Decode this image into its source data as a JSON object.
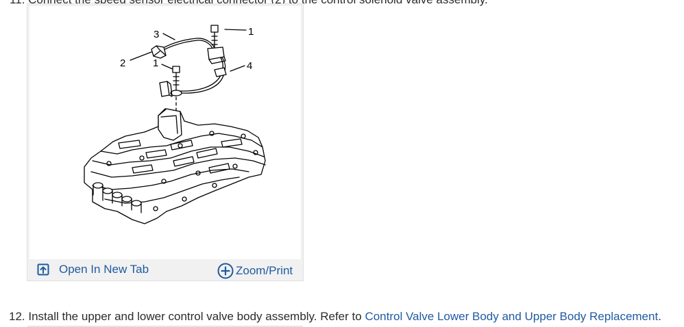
{
  "previous_step": {
    "text": "11. Connect the speed sensor electrical connector (2) to the control solenoid valve assembly."
  },
  "figure": {
    "callouts": [
      "3",
      "1",
      "2",
      "1",
      "4"
    ],
    "actions": {
      "open_label": "Open In New Tab",
      "zoom_label": "Zoom/Print"
    }
  },
  "step": {
    "number": "12.",
    "text": "Install the upper and lower control valve body assembly. Refer to",
    "link_text": "Control Valve Lower Body and Upper Body Replacement",
    "end": "."
  },
  "colors": {
    "link": "#1f5a9f",
    "text": "#2b2b2b"
  }
}
